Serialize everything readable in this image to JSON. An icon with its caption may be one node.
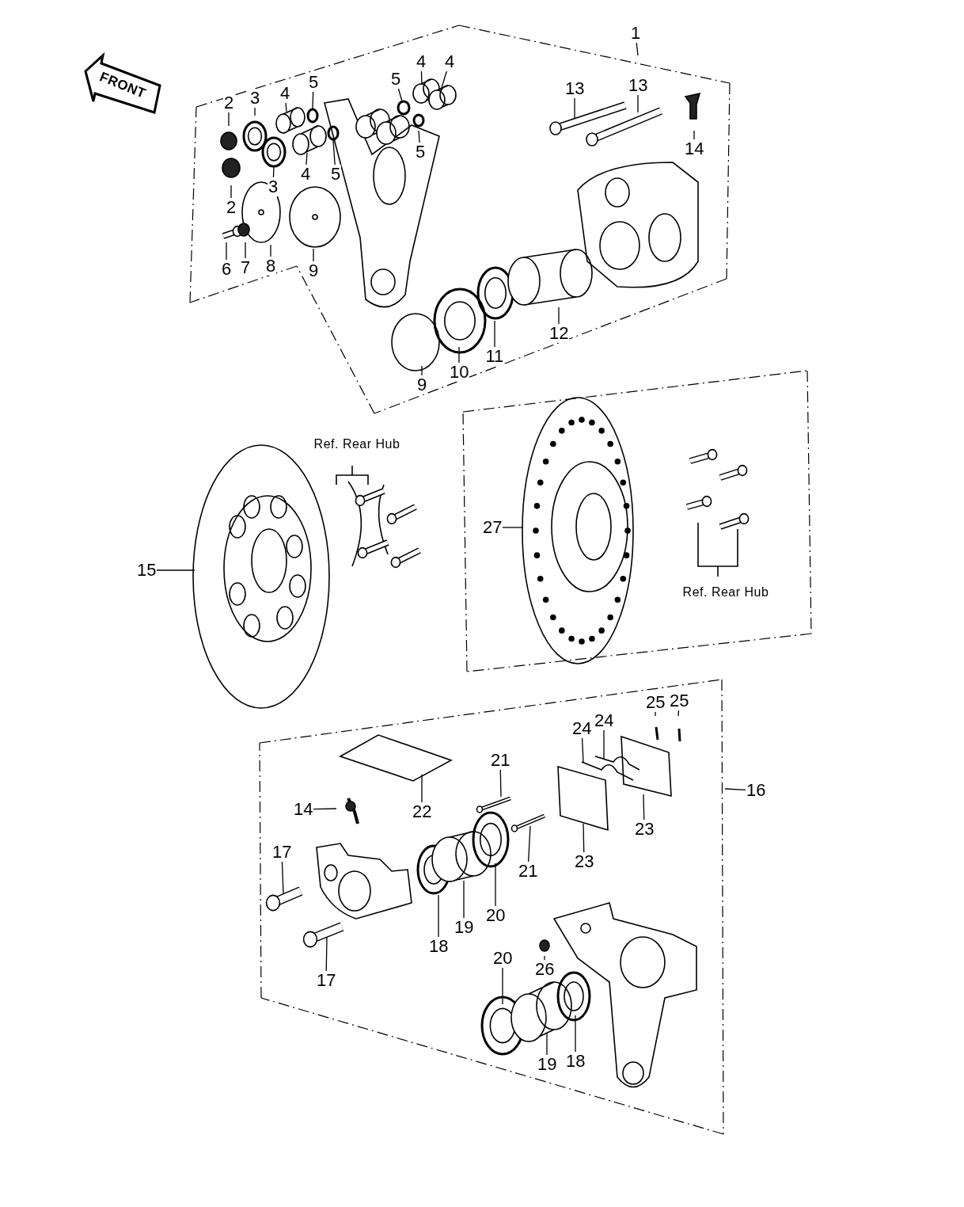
{
  "diagram": {
    "nodes": [
      {
        "text": [
          "1"
        ]
      },
      {
        "text": [
          "2"
        ]
      },
      {
        "text": [
          "3"
        ]
      },
      {
        "text": [
          "4"
        ]
      },
      {
        "text": [
          "5"
        ]
      },
      {
        "text": [
          "5"
        ]
      },
      {
        "text": [
          "4"
        ]
      },
      {
        "text": [
          "4"
        ]
      },
      {
        "text": [
          "13"
        ]
      },
      {
        "text": [
          "13"
        ]
      },
      {
        "text": [
          "14"
        ]
      },
      {
        "text": [
          "5"
        ]
      },
      {
        "text": [
          "2"
        ]
      },
      {
        "text": [
          "3"
        ]
      },
      {
        "text": [
          "4"
        ]
      },
      {
        "text": [
          "5"
        ]
      },
      {
        "text": [
          "6"
        ]
      },
      {
        "text": [
          "7"
        ]
      },
      {
        "text": [
          "8"
        ]
      },
      {
        "text": [
          "9"
        ]
      },
      {
        "text": [
          "9"
        ]
      },
      {
        "text": [
          "10"
        ]
      },
      {
        "text": [
          "11"
        ]
      },
      {
        "text": [
          "12"
        ]
      },
      {
        "text": [
          "15"
        ]
      },
      {
        "text": [
          "27"
        ]
      },
      {
        "text": [
          "25"
        ]
      },
      {
        "text": [
          "25"
        ]
      },
      {
        "text": [
          "24"
        ]
      },
      {
        "text": [
          "24"
        ]
      },
      {
        "text": [
          "21"
        ]
      },
      {
        "text": [
          "16"
        ]
      },
      {
        "text": [
          "14"
        ]
      },
      {
        "text": [
          "22"
        ]
      },
      {
        "text": [
          "23"
        ]
      },
      {
        "text": [
          "23"
        ]
      },
      {
        "text": [
          "17"
        ]
      },
      {
        "text": [
          "21"
        ]
      },
      {
        "text": [
          "20"
        ]
      },
      {
        "text": [
          "19"
        ]
      },
      {
        "text": [
          "18"
        ]
      },
      {
        "text": [
          "17"
        ]
      },
      {
        "text": [
          "20"
        ]
      },
      {
        "text": [
          "26"
        ]
      },
      {
        "text": [
          "19"
        ]
      },
      {
        "text": [
          "18"
        ]
      },
      {
        "text": [],
        "shape": "picture"
      },
      {
        "text": [],
        "shape": "picture"
      },
      {
        "text": [],
        "shape": "circle"
      },
      {
        "text": [],
        "shape": "circle"
      },
      {
        "text": [],
        "shape": "picture"
      },
      {
        "text": [],
        "shape": "picture"
      },
      {
        "text": [],
        "shape": "picture"
      },
      {
        "text": [],
        "shape": "picture"
      },
      {
        "text": [],
        "shape": "circle"
      },
      {
        "text": [],
        "shape": "picture"
      }
    ],
    "edges": [
      {
        "from": 0,
        "to": null,
        "arrow": "none"
      },
      {
        "from": 1,
        "to": null,
        "arrow": "none"
      },
      {
        "from": 2,
        "to": null,
        "arrow": "none"
      },
      {
        "from": 3,
        "to": 55,
        "arrow": "none"
      },
      {
        "from": 4,
        "to": 48,
        "arrow": "none"
      },
      {
        "from": 5,
        "to": 49,
        "arrow": "none"
      },
      {
        "from": 6,
        "to": 50,
        "arrow": "none"
      },
      {
        "from": 7,
        "to": 51,
        "arrow": "none"
      },
      {
        "from": 8,
        "to": null,
        "arrow": "none"
      },
      {
        "from": 9,
        "to": null,
        "arrow": "none"
      },
      {
        "from": 10,
        "to": null,
        "arrow": "none"
      },
      {
        "from": 11,
        "to": null,
        "arrow": "none"
      },
      {
        "from": 12,
        "to": null,
        "arrow": "none"
      },
      {
        "from": 13,
        "to": 52,
        "arrow": "none"
      },
      {
        "from": 14,
        "to": 53,
        "arrow": "none"
      },
      {
        "from": 15,
        "to": 54,
        "arrow": "none"
      },
      {
        "from": 16,
        "to": null,
        "arrow": "none"
      },
      {
        "from": 17,
        "to": null,
        "arrow": "none"
      },
      {
        "from": 18,
        "to": null,
        "arrow": "none"
      },
      {
        "from": 19,
        "to": null,
        "arrow": "none"
      },
      {
        "from": 20,
        "to": null,
        "arrow": "none"
      },
      {
        "from": 21,
        "to": null,
        "arrow": "none"
      },
      {
        "from": 22,
        "to": null,
        "arrow": "none"
      },
      {
        "from": 23,
        "to": null,
        "arrow": "none"
      },
      {
        "from": 24,
        "to": 46,
        "arrow": "none"
      },
      {
        "from": 25,
        "to": 47,
        "arrow": "none"
      },
      {
        "from": 26,
        "to": null,
        "arrow": "none"
      },
      {
        "from": 27,
        "to": null,
        "arrow": "none"
      },
      {
        "from": 28,
        "to": null,
        "arrow": "none"
      },
      {
        "from": 29,
        "to": null,
        "arrow": "none"
      },
      {
        "from": 30,
        "to": null,
        "arrow": "none"
      },
      {
        "from": 31,
        "to": null,
        "arrow": "none"
      },
      {
        "from": 32,
        "to": null,
        "arrow": "none"
      },
      {
        "from": 33,
        "to": null,
        "arrow": "none"
      },
      {
        "from": 34,
        "to": null,
        "arrow": "none"
      },
      {
        "from": 35,
        "to": null,
        "arrow": "none"
      },
      {
        "from": 36,
        "to": null,
        "arrow": "none"
      },
      {
        "from": 37,
        "to": null,
        "arrow": "none"
      },
      {
        "from": 38,
        "to": null,
        "arrow": "none"
      },
      {
        "from": 39,
        "to": null,
        "arrow": "none"
      },
      {
        "from": 40,
        "to": null,
        "arrow": "none"
      },
      {
        "from": 41,
        "to": null,
        "arrow": "none"
      },
      {
        "from": 42,
        "to": null,
        "arrow": "none"
      },
      {
        "from": 43,
        "to": null,
        "arrow": "none"
      },
      {
        "from": 44,
        "to": null,
        "arrow": "none"
      },
      {
        "from": 45,
        "to": null,
        "arrow": "none"
      }
    ],
    "labels": [
      "FRONT",
      "Ref. Rear Hub",
      "Ref. Rear Hub"
    ]
  }
}
